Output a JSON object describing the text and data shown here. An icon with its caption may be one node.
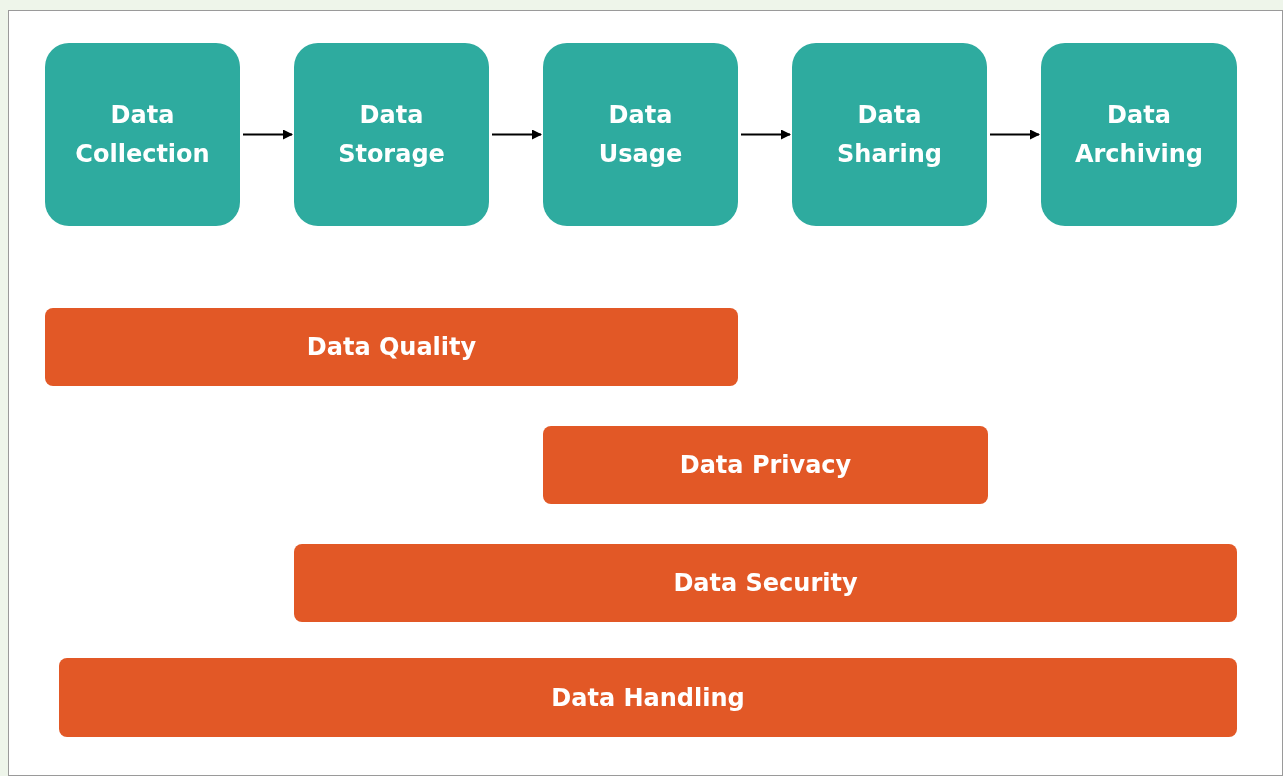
{
  "diagram": {
    "nodes": [
      {
        "text": [
          "Data Collection"
        ]
      },
      {
        "text": [
          "Data Storage"
        ]
      },
      {
        "text": [
          "Data Usage"
        ]
      },
      {
        "text": [
          "Data Sharing"
        ]
      },
      {
        "text": [
          "Data Archiving"
        ]
      },
      {
        "text": [
          "Data Quality"
        ]
      },
      {
        "text": [
          "Data Privacy"
        ]
      },
      {
        "text": [
          "Data Security"
        ]
      },
      {
        "text": [
          "Data Handling"
        ]
      }
    ],
    "edges": [
      {
        "from": 0,
        "to": 1,
        "arrow": "to"
      },
      {
        "from": 1,
        "to": 2,
        "arrow": "to"
      },
      {
        "from": 2,
        "to": 3,
        "arrow": "to"
      },
      {
        "from": 3,
        "to": 4,
        "arrow": "to"
      }
    ]
  }
}
